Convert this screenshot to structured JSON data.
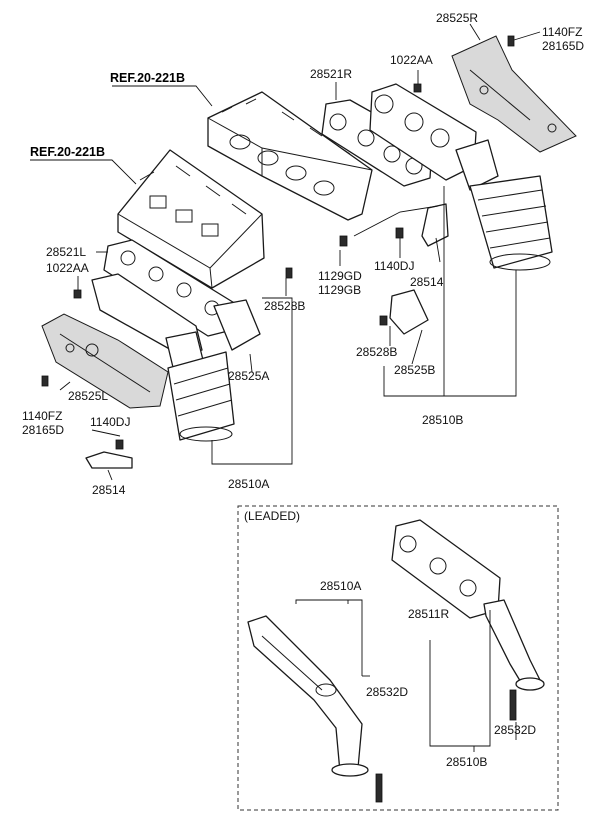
{
  "references": {
    "upper": "REF.20-221B",
    "lower": "REF.20-221B"
  },
  "labels": {
    "p28525R": "28525R",
    "p1140FZ_r": "1140FZ",
    "p28165D_r": "28165D",
    "p1022AA_r": "1022AA",
    "p28521R": "28521R",
    "p28521L": "28521L",
    "p1022AA_l": "1022AA",
    "p28528B_l": "28528B",
    "p1129GD": "1129GD",
    "p1129GB": "1129GB",
    "p1140DJ_r": "1140DJ",
    "p28514_r": "28514",
    "p28528B_r": "28528B",
    "p28525B": "28525B",
    "p28510B": "28510B",
    "p28525A": "28525A",
    "p28525L": "28525L",
    "p1140FZ_l": "1140FZ",
    "p28165D_l": "28165D",
    "p1140DJ_l": "1140DJ",
    "p28514_l": "28514",
    "p28510A": "28510A"
  },
  "leaded_box": {
    "title": "(LEADED)",
    "p28510A": "28510A",
    "p28511R": "28511R",
    "p28532D_a": "28532D",
    "p28532D_b": "28532D",
    "p28510B": "28510B"
  }
}
